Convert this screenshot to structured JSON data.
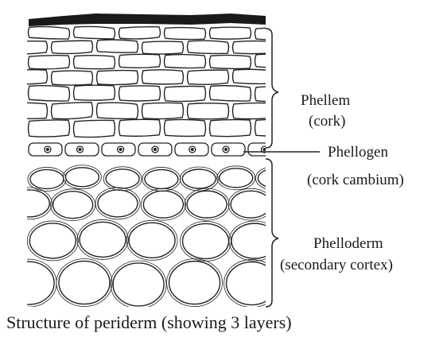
{
  "labels": {
    "phellem": {
      "line1": "Phellem",
      "line2": "(cork)"
    },
    "phellogen": {
      "line1": "Phellogen",
      "line2": "(cork cambium)"
    },
    "phelloderm": {
      "line1": "Phelloderm",
      "line2": "(secondary cortex)"
    }
  },
  "caption": "Structure of periderm (showing 3 layers)"
}
